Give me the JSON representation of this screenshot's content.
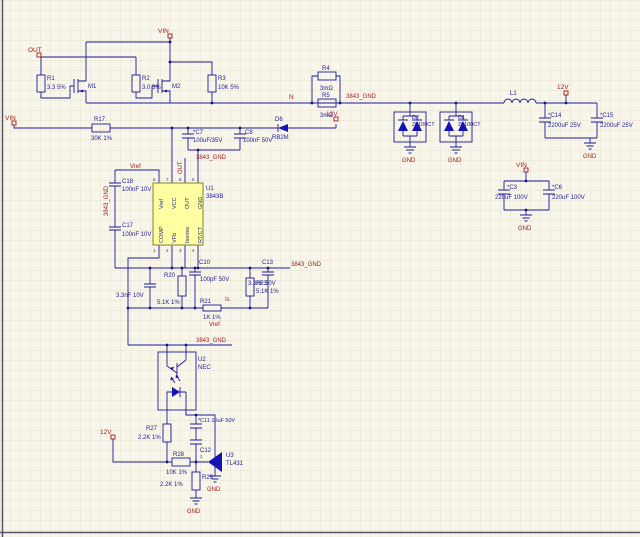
{
  "colors": {
    "background": "#f8f5ea",
    "grid": "#e6e1cf",
    "wire": "#1c1c9c",
    "component_text": "#22229a",
    "net_label": "#9e1b1b",
    "ic_fill": "#ffffa2",
    "diode_fill": "#1414b4"
  },
  "ports": {
    "vin": "VIN",
    "out": "OUT",
    "n": "N",
    "v12": "12V",
    "gnd": "GND"
  },
  "nets": {
    "pgnd": "3843_GND",
    "vref": "Vref",
    "is": "Is"
  },
  "ic": {
    "ref": "U1",
    "part": "3843B",
    "pins": {
      "p8": {
        "num": "8",
        "name": "Vref"
      },
      "p7": {
        "num": "7",
        "name": "VCC"
      },
      "p6": {
        "num": "6",
        "name": "OUT"
      },
      "p5": {
        "num": "5",
        "name": "GND"
      },
      "p1": {
        "num": "1",
        "name": "COMP"
      },
      "p2": {
        "num": "2",
        "name": "VFb"
      },
      "p3": {
        "num": "3",
        "name": "Isense"
      },
      "p4": {
        "num": "4",
        "name": "RT/CT"
      }
    }
  },
  "components": {
    "r1": {
      "ref": "R1",
      "value": "3.3 5%"
    },
    "r2": {
      "ref": "R2",
      "value": "3.0 5%"
    },
    "r3": {
      "ref": "R3",
      "value": "10K 5%"
    },
    "m1": {
      "ref": "M1"
    },
    "m2": {
      "ref": "M2"
    },
    "r4": {
      "ref": "R4",
      "value": "3mΩ"
    },
    "r5": {
      "ref": "R5",
      "value": "3mΩ"
    },
    "d2": {
      "ref": "D2",
      "value": "20100CT"
    },
    "d1": {
      "ref": "D1",
      "value": "20100CT"
    },
    "l1": {
      "ref": "L1"
    },
    "c14": {
      "ref": "*C14",
      "value": "2200uF 25V"
    },
    "c15": {
      "ref": "*C15",
      "value": "2200uF 25V"
    },
    "c3": {
      "ref": "*C3",
      "value": "220uF 100V"
    },
    "c6": {
      "ref": "*C6",
      "value": "220uF 100V"
    },
    "r17": {
      "ref": "R17",
      "value": "30K 1%"
    },
    "c7": {
      "ref": "*C7",
      "value": "100uF/35V"
    },
    "c8": {
      "ref": "C8",
      "value": "100nF 50V"
    },
    "d6": {
      "ref": "D6",
      "value": "RB2M"
    },
    "c18": {
      "ref": "C18",
      "value": "100nF 10V"
    },
    "c17": {
      "ref": "C17",
      "value": "100nF 10V"
    },
    "c19": {
      "value": "3.3nF 10V"
    },
    "c10": {
      "ref": "C10",
      "value": "100pF 50V"
    },
    "c13": {
      "ref": "C13",
      "value": "3.3nF 50V"
    },
    "r20": {
      "ref": "R20",
      "value": "5.1K 1%"
    },
    "r21": {
      "ref": "R21",
      "value": "1K 1%"
    },
    "r23": {
      "ref": "R23",
      "value": "5.1K 1%"
    },
    "u2": {
      "ref": "U2",
      "value": "NEC"
    },
    "r27": {
      "ref": "R27",
      "value": "2.2K 1%"
    },
    "c11": {
      "label": "*C11 10uF 50V"
    },
    "c12": {
      "ref": "C12"
    },
    "r28": {
      "ref": "R28",
      "value": "10K 1%"
    },
    "u3": {
      "ref": "U3",
      "value": "TL431",
      "pin1": "1"
    },
    "r29": {
      "ref": "R29",
      "value": "2.2K 1%"
    }
  }
}
